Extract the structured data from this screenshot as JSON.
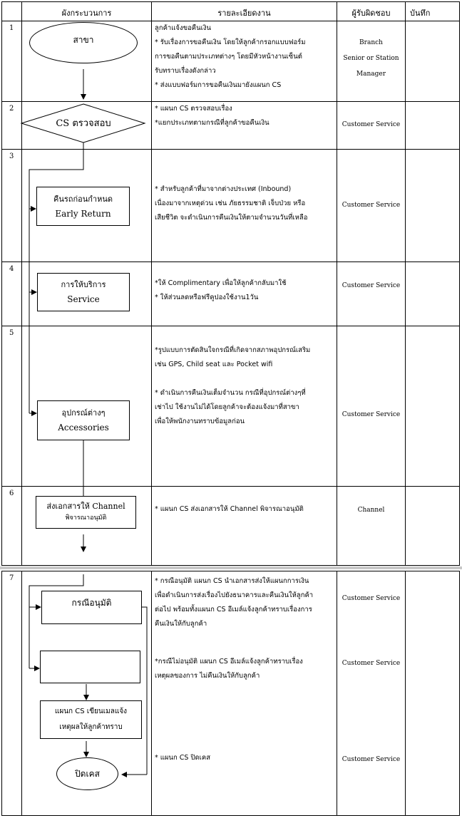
{
  "headers": {
    "step": "",
    "flow": "ผังกระบวนการ",
    "detail": "รายละเอียดงาน",
    "responsible": "ผู้รับผิดชอบ",
    "note": "บันทึก"
  },
  "rows": [
    {
      "num": "1",
      "detail": "ลูกค้าแจ้งขอคืนเงิน\n* รับเรื่องการขอคืนเงิน โดยให้ลูกค้ากรอกแบบฟอร์ม\nการขอคืนตามประเภทต่างๆ โดยมีหัวหน้างานเซ็นต์\nรับทราบเรื่องดังกล่าว\n* ส่งแบบฟอร์มการขอคืนเงินมายังแผนก CS",
      "responsible": "Branch\nSenior or Station\nManager"
    },
    {
      "num": "2",
      "detail": "* แผนก CS ตรวจสอบเรื่อง\n*แยกประเภทตามกรณีที่ลูกค้าขอคืนเงิน",
      "responsible": "Customer Service"
    },
    {
      "num": "3",
      "detail": "* สำหรับลูกค้าที่มาจากต่างประเทศ (Inbound)\nเนื่องมาจากเหตุด่วน เช่น ภัยธรรมชาติ เจ็บป่วย หรือ\nเสียชีวิต จะดำเนินการคืนเงินให้ตามจำนวนวันที่เหลือ",
      "responsible": "Customer Service"
    },
    {
      "num": "4",
      "detail": "*ให้ Complimentary เพื่อให้ลูกค้ากลับมาใช้\n* ให้ส่วนลดหรือฟรีคูปองใช้งาน1วัน",
      "responsible": "Customer Service"
    },
    {
      "num": "5",
      "detail": "*รูปแบบการตัดสินใจกรณีที่เกิดจากสภาพอุปกรณ์เสริม\nเช่น GPS, Child seat และ Pocket wifi\n\n* ดำเนินการคืนเงินเต็มจำนวน กรณีที่อุปกรณ์ต่างๆที่\nเช่าไป ใช้งานไม่ได้โดยลูกค้าจะต้องแจ้งมาที่สาขา\nเพื่อให้พนักงานทราบข้อมูลก่อน",
      "responsible": "Customer Service"
    },
    {
      "num": "6",
      "detail": "* แผนก CS ส่งเอกสารให้ Channel พิจารณาอนุมัติ",
      "responsible": "Channel"
    },
    {
      "num": "7",
      "detail_a": "* กรณีอนุมัติ แผนก CS นำเอกสารส่งให้แผนกการเงิน\nเพื่อดำเนินการส่งเรื่องไปยังธนาคารและคืนเงินให้ลูกค้า\nต่อไป พร้อมทั้งแผนก CS อีเมล์แจ้งลูกค้าทราบเรื่องการ\nคืนเงินให้กับลูกค้า",
      "detail_b": "*กรณีไม่อนุมัติ แผนก CS อีเมล์แจ้งลูกค้าทราบเรื่อง\nเหตุผลของการ ไม่คืนเงินให้กับลูกค้า",
      "detail_c": "* แผนก CS ปิดเคส",
      "responsible_a": "Customer Service",
      "responsible_b": "Customer Service",
      "responsible_c": "Customer Service"
    }
  ],
  "flow": {
    "branch": "สาขา",
    "cs_check": "CS ตรวจสอบ",
    "early_return_th": "คืนรถก่อนกำหนด",
    "early_return_en": "Early Return",
    "service_th": "การให้บริการ",
    "service_en": "Service",
    "accessories_th": "อุปกรณ์ต่างๆ",
    "accessories_en": "Accessories",
    "channel_1": "ส่งเอกสารให้ Channel",
    "channel_2": "พิจารณาอนุมัติ",
    "approve": "กรณีอนุมัติ",
    "not_approve": "",
    "email_1": "แผนก CS เขียนเมลแจ้ง",
    "email_2": "เหตุผลให้ลูกค้าทราบ",
    "close": "ปิดเคส"
  }
}
